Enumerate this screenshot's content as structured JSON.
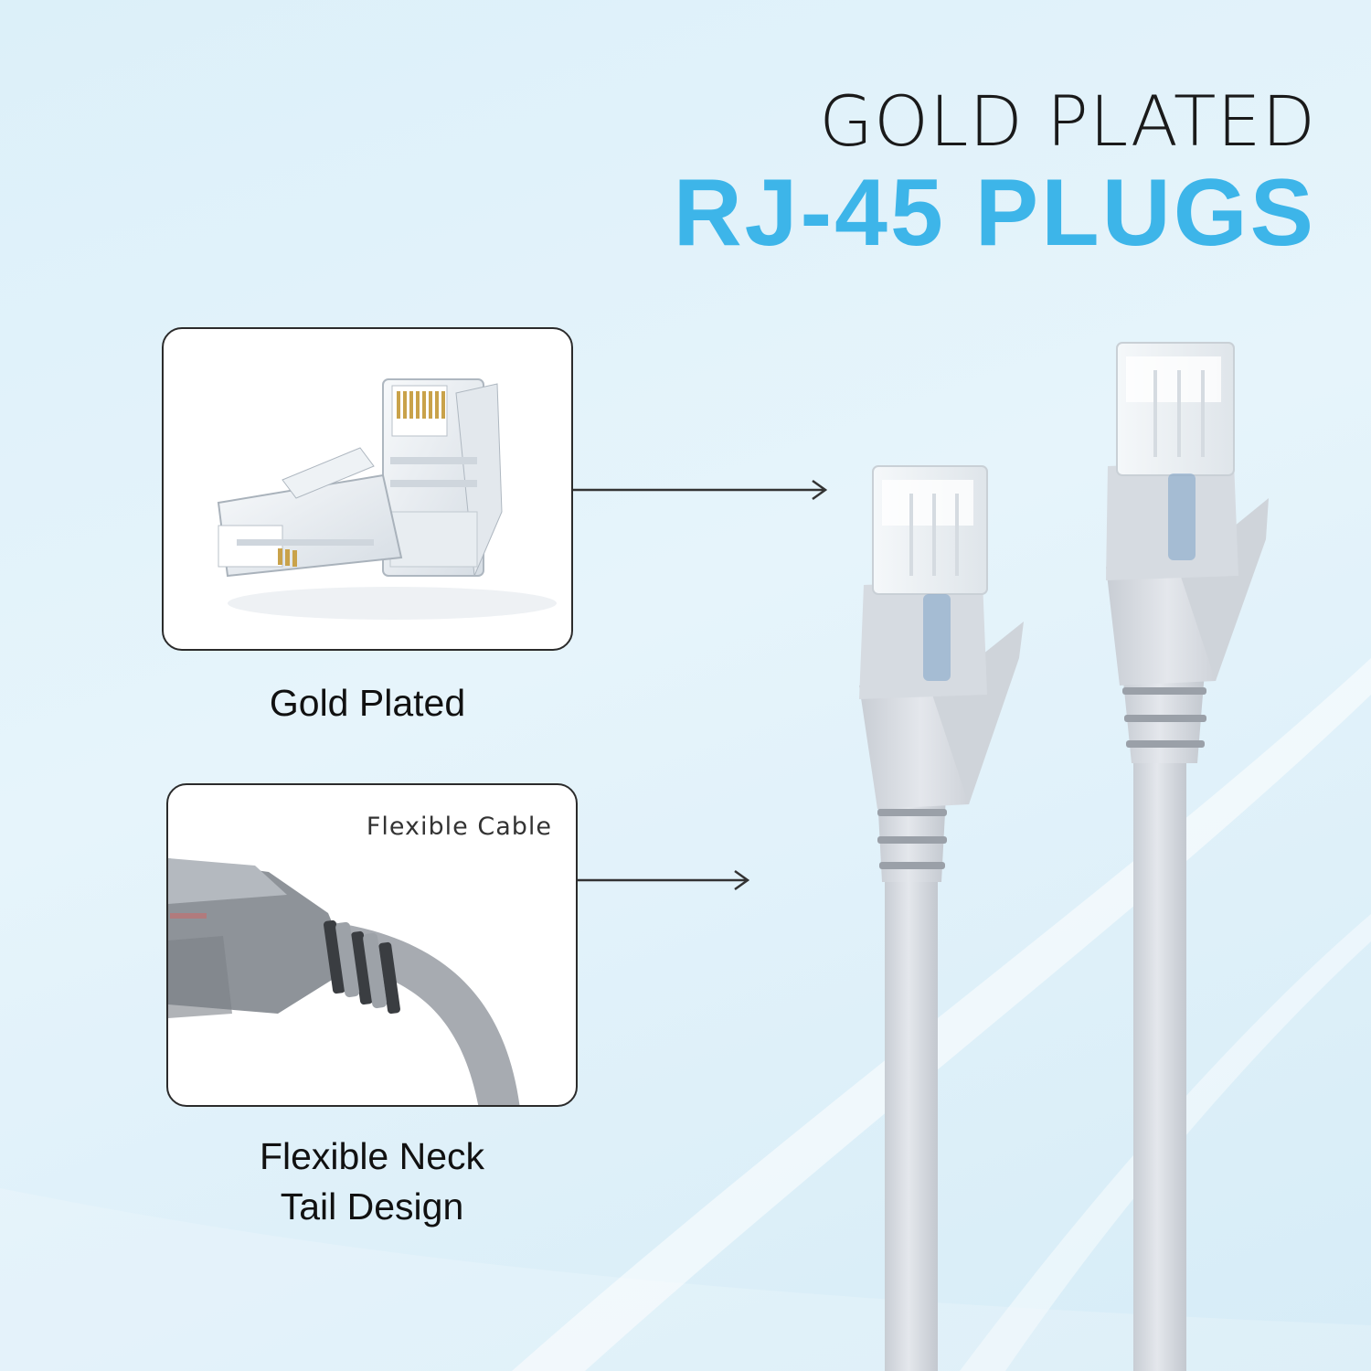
{
  "headline": {
    "line1": "GOLD PLATED",
    "line2": "RJ-45 PLUGS",
    "accent_color": "#3db5e9"
  },
  "cards": [
    {
      "caption": "Gold Plated",
      "image_icon": "rj45-plugs-icon"
    },
    {
      "tag": "Flexible Cable",
      "caption_line1": "Flexible Neck",
      "caption_line2": "Tail Design",
      "image_icon": "cable-boot-icon"
    }
  ],
  "colors": {
    "cable": "#d9dde3",
    "card_border": "#2b2b2b"
  }
}
